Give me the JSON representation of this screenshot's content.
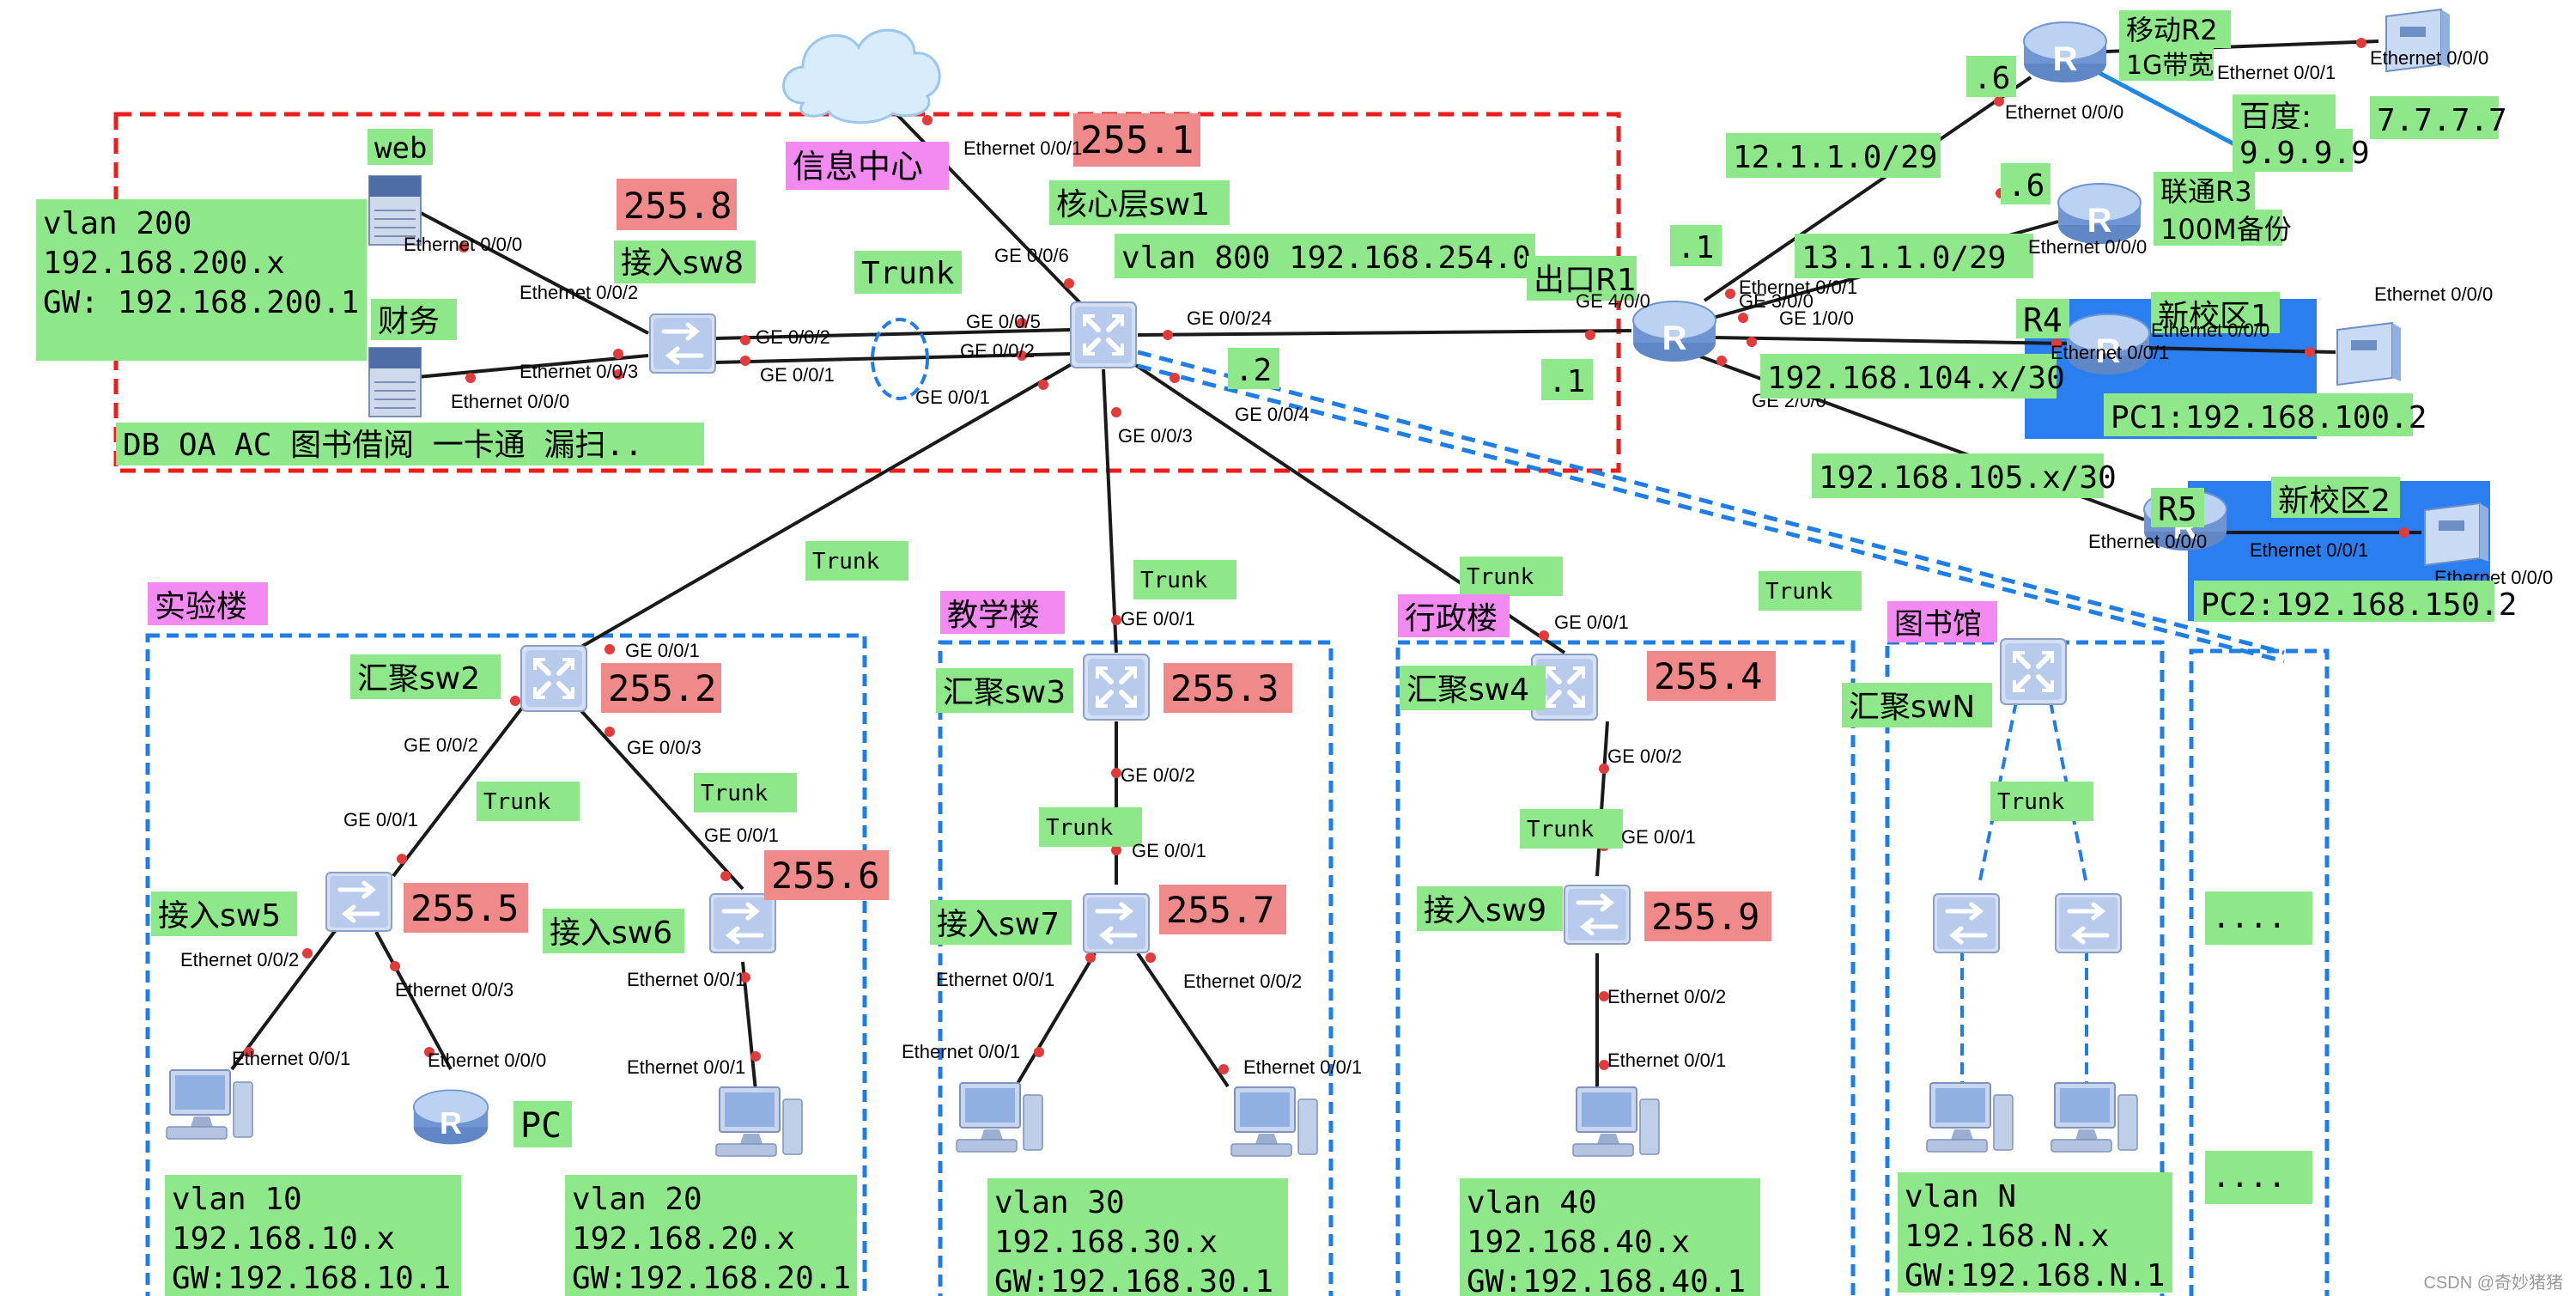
{
  "colors": {
    "green_label": "#8ee88a",
    "red_label": "#f08a8a",
    "magenta_label": "#f28af2",
    "blue_dash": "#1e7ee6",
    "red_dash": "#ee1c1c",
    "blue_zone": "#2a7ef0",
    "link": "#1a1a1a",
    "port_dot": "#e23b3b"
  },
  "icons": {
    "switch": "switch-icon",
    "router": "router-icon",
    "server": "web-server-icon",
    "pc": "desktop-pc-icon",
    "http": "http-server-icon",
    "cloud": "cloud-icon"
  },
  "datacenter": {
    "title": "信息中心",
    "vlan_box": [
      "vlan 200",
      "192.168.200.x",
      "GW: 192.168.200.1"
    ],
    "services": "DB OA AC 图书借阅 一卡通 漏扫..",
    "web_server": "web",
    "finance_server": "财务",
    "web_server_port": "Ethernet 0/0/0",
    "finance_server_port": "Ethernet 0/0/0",
    "sw8_name": "接入sw8",
    "sw8_ip": "255.8",
    "sw8_port_web": "Ethernet 0/0/2",
    "sw8_port_fin": "Ethernet 0/0/3",
    "sw8_uplink_1": "GE 0/0/2",
    "sw8_uplink_2": "GE 0/0/1",
    "trunk": "Trunk"
  },
  "core": {
    "name": "核心层sw1",
    "ip": "255.1",
    "vlan": "vlan 800 192.168.254.0",
    "cloud_port": "Ethernet 0/0/1",
    "ports": {
      "ge6": "GE 0/0/6",
      "ge5": "GE 0/0/5",
      "ge2": "GE 0/0/2",
      "ge1": "GE 0/0/1",
      "ge24": "GE 0/0/24",
      "ge3": "GE 0/0/3",
      "ge4": "GE 0/0/4"
    },
    "link_ip_core": ".2",
    "link_ip_r1": ".1"
  },
  "exit": {
    "name": "出口R1",
    "ip_r1_up": ".1",
    "ge40": "GE 4/0/0",
    "ge30": "GE 3/0/0",
    "ge10": "GE 1/0/0",
    "ge20": "GE 2/0/0",
    "subnet_mobile": "12.1.1.0/29",
    "subnet_unicom": "13.1.1.0/29",
    "subnet_r4": "192.168.104.x/30",
    "subnet_r5": "192.168.105.x/30",
    "r2_port_eth": "Ethernet 0/0/1"
  },
  "isp": {
    "mobile_name": "移动R2",
    "mobile_bw": "1G带宽",
    "mobile_ip": ".6",
    "mobile_port_down": "Ethernet 0/0/0",
    "mobile_port_right": "Ethernet 0/0/1",
    "http_port": "Ethernet 0/0/0",
    "dns_ip": "7.7.7.7",
    "baidu_label": "百度:",
    "baidu_ip": "9.9.9.9",
    "unicom_name": "联通R3",
    "unicom_bw": "100M备份",
    "unicom_ip": ".6",
    "unicom_port": "Ethernet 0/0/0"
  },
  "campus1": {
    "router": "R4",
    "name": "新校区1",
    "r4_port": "Ethernet 0/0/1",
    "http_port_left": "Ethernet 0/0/0",
    "http_port_top": "Ethernet 0/0/0",
    "pc": "PC1:192.168.100.2"
  },
  "campus2": {
    "router": "R5",
    "name": "新校区2",
    "r5_port_left": "Ethernet 0/0/0",
    "r5_port_right": "Ethernet 0/0/1",
    "http_port": "Ethernet 0/0/0",
    "pc": "PC2:192.168.150.2"
  },
  "buildings": {
    "lab": {
      "name": "实验楼",
      "agg": "汇聚sw2",
      "agg_ip": "255.2",
      "agg_up": "GE 0/0/1",
      "agg_left": "GE 0/0/2",
      "agg_right": "GE 0/0/3",
      "sw5": "接入sw5",
      "sw5_ip": "255.5",
      "sw5_up": "GE 0/0/1",
      "sw5_p2": "Ethernet 0/0/2",
      "sw5_p3": "Ethernet 0/0/3",
      "pc1_port": "Ethernet 0/0/1",
      "router_port": "Ethernet 0/0/0",
      "router_label": "PC",
      "sw6": "接入sw6",
      "sw6_ip": "255.6",
      "sw6_up": "GE 0/0/1",
      "sw6_down": "Ethernet 0/0/1",
      "pc2_port": "Ethernet 0/0/1",
      "vlan_a": [
        "vlan 10",
        "192.168.10.x",
        "GW:192.168.10.1"
      ],
      "vlan_b": [
        "vlan 20",
        "192.168.20.x",
        "GW:192.168.20.1"
      ]
    },
    "teach": {
      "name": "教学楼",
      "agg": "汇聚sw3",
      "agg_ip": "255.3",
      "agg_up": "GE 0/0/1",
      "agg_down": "GE 0/0/2",
      "sw7": "接入sw7",
      "sw7_ip": "255.7",
      "sw7_up": "GE 0/0/1",
      "sw7_p1": "Ethernet 0/0/1",
      "sw7_p2": "Ethernet 0/0/2",
      "pc1_port": "Ethernet 0/0/1",
      "pc2_port": "Ethernet 0/0/1",
      "vlan": [
        "vlan 30",
        "192.168.30.x",
        "GW:192.168.30.1"
      ]
    },
    "admin": {
      "name": "行政楼",
      "agg": "汇聚sw4",
      "agg_ip": "255.4",
      "agg_up": "GE 0/0/1",
      "agg_down": "GE 0/0/2",
      "sw9": "接入sw9",
      "sw9_ip": "255.9",
      "sw9_up": "GE 0/0/1",
      "sw9_down": "Ethernet 0/0/2",
      "pc_port": "Ethernet 0/0/1",
      "vlan": [
        "vlan 40",
        "192.168.40.x",
        "GW:192.168.40.1"
      ]
    },
    "library": {
      "name": "图书馆",
      "agg": "汇聚swN",
      "vlan": [
        "vlan N",
        "192.168.N.x",
        "GW:192.168.N.1"
      ]
    },
    "more": [
      "....",
      "...."
    ]
  },
  "trunk": "Trunk",
  "watermark": "CSDN @奇妙猪猪"
}
